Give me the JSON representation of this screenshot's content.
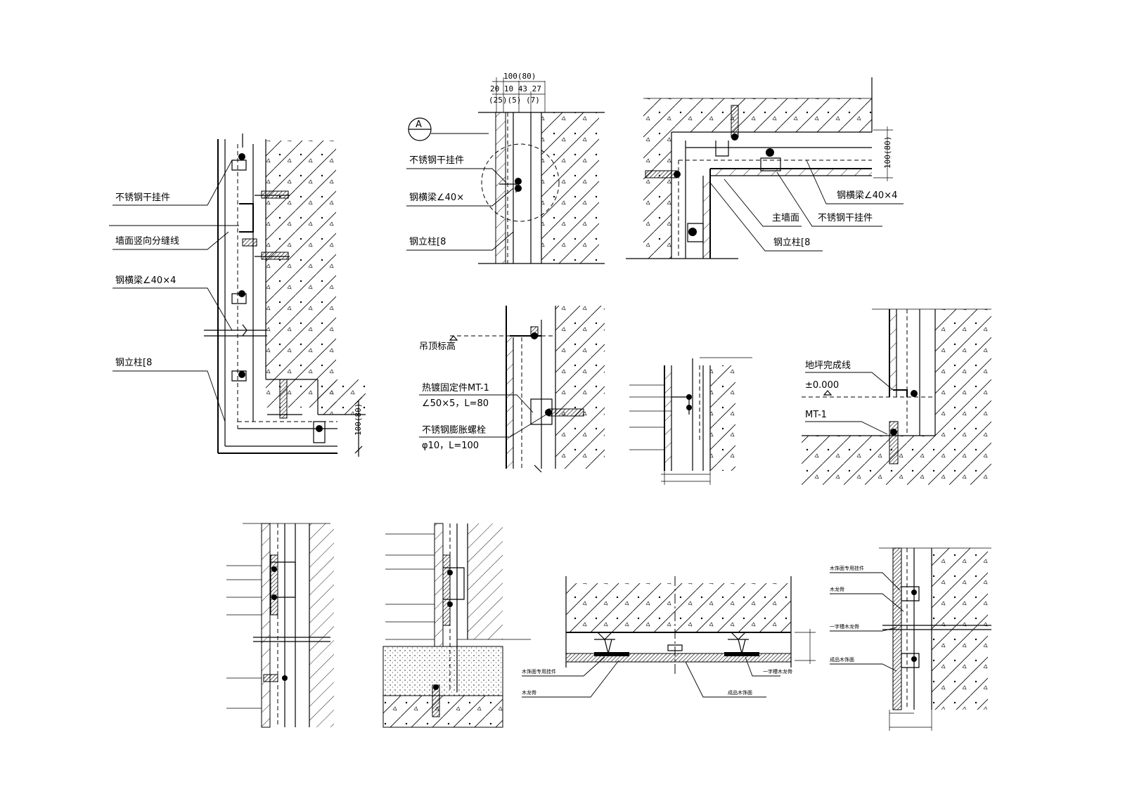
{
  "details": {
    "d1": {
      "label_hanger": "不锈钢干挂件",
      "label_joint": "墙面竖向分缝线",
      "label_beam": "钢横梁∠40×4",
      "label_column": "钢立柱[8",
      "dim_side": "100(80)"
    },
    "d2": {
      "dim_top": "100(80)",
      "dim_parts": "20  10  43   27",
      "dim_parts2": "(25)(5)        (7)",
      "label_callout": "A",
      "label_hanger": "不锈钢干挂件",
      "label_beam": "钢横梁∠40×",
      "label_column": "钢立柱[8"
    },
    "d3": {
      "dim_side": "100(80)",
      "label_beam": "钢横梁∠40×4",
      "label_base": "主墙面",
      "label_hanger": "不锈钢干挂件",
      "label_column": "钢立柱[8"
    },
    "d4": {
      "label_ceiling": "吊顶标高",
      "label_fix1": "热镀固定件MT-1",
      "label_fix2": "∠50×5，L=80",
      "label_bolt1": "不锈钢膨胀螺栓",
      "label_bolt2": "φ10，L=100"
    },
    "d5": {
      "tags": [
        "",
        "",
        "",
        "",
        ""
      ]
    },
    "d6": {
      "label_floor": "地坪完成线",
      "label_level": "±0.000",
      "label_mt": "MT-1"
    },
    "d7": {
      "tags": [
        "",
        "",
        "",
        "",
        "",
        ""
      ]
    },
    "d8": {
      "tags": [
        "",
        "",
        "",
        "",
        ""
      ]
    },
    "d9": {
      "label_left1": "木饰面专用挂件",
      "label_left2": "木龙骨",
      "label_right1": "一字槽木龙骨",
      "label_right2": "成品木饰面"
    },
    "d10": {
      "label_a": "木饰面专用挂件",
      "label_b": "木龙骨",
      "label_c": "一字槽木龙骨",
      "label_d": "成品木饰面"
    }
  }
}
